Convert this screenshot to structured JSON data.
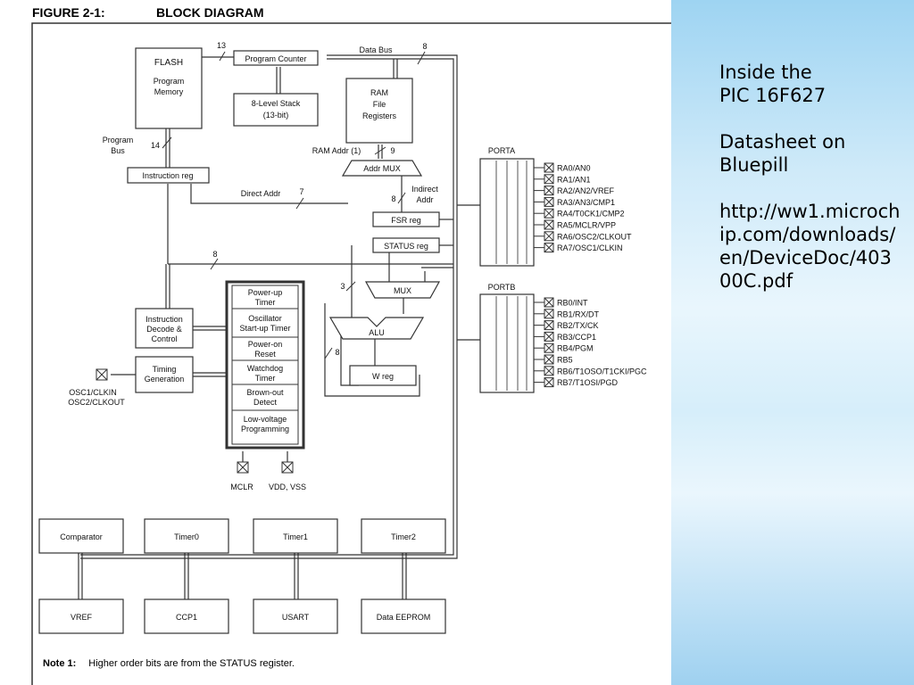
{
  "figure": {
    "label": "FIGURE 2-1:",
    "title": "BLOCK DIAGRAM"
  },
  "blocks": {
    "flash": [
      "FLASH",
      "Program",
      "Memory"
    ],
    "program_counter": "Program Counter",
    "stack": [
      "8-Level Stack",
      "(13-bit)"
    ],
    "ram": [
      "RAM",
      "File",
      "Registers"
    ],
    "instruction_reg": "Instruction reg",
    "addr_mux": "Addr MUX",
    "fsr_reg": "FSR reg",
    "status_reg": "STATUS reg",
    "mux": "MUX",
    "alu": "ALU",
    "w_reg": "W reg",
    "instruction_decode": [
      "Instruction",
      "Decode &",
      "Control"
    ],
    "timing_generation": [
      "Timing",
      "Generation"
    ],
    "timers": [
      [
        "Power-up",
        "Timer"
      ],
      [
        "Oscillator",
        "Start-up Timer"
      ],
      [
        "Power-on",
        "Reset"
      ],
      [
        "Watchdog",
        "Timer"
      ],
      [
        "Brown-out",
        "Detect"
      ],
      [
        "Low-voltage",
        "Programming"
      ]
    ],
    "peripherals_top": [
      "Comparator",
      "Timer0",
      "Timer1",
      "Timer2"
    ],
    "peripherals_bottom": [
      "VREF",
      "CCP1",
      "USART",
      "Data EEPROM"
    ]
  },
  "labels": {
    "data_bus": "Data Bus",
    "bus_8_top": "8",
    "pc_13": "13",
    "program_bus": [
      "Program",
      "Bus"
    ],
    "bus_14": "14",
    "ram_addr": "RAM Addr (1)",
    "ram_addr_9": "9",
    "direct_addr": "Direct Addr",
    "direct_7": "7",
    "indirect_addr": [
      "Indirect",
      "Addr"
    ],
    "indirect_8": "8",
    "bus_8_mid": "8",
    "mux_3": "3",
    "w_8": "8",
    "osc": [
      "OSC1/CLKIN",
      "OSC2/CLKOUT"
    ],
    "mclr": "MCLR",
    "vdd_vss": "VDD, VSS"
  },
  "porta": {
    "title": "PORTA",
    "pins": [
      "RA0/AN0",
      "RA1/AN1",
      "RA2/AN2/VREF",
      "RA3/AN3/CMP1",
      "RA4/T0CK1/CMP2",
      "RA5/MCLR/VPP",
      "RA6/OSC2/CLKOUT",
      "RA7/OSC1/CLKIN"
    ]
  },
  "portb": {
    "title": "PORTB",
    "pins": [
      "RB0/INT",
      "RB1/RX/DT",
      "RB2/TX/CK",
      "RB3/CCP1",
      "RB4/PGM",
      "RB5",
      "RB6/T1OSO/T1CKI/PGC",
      "RB7/T1OSI/PGD"
    ]
  },
  "note": {
    "label": "Note 1:",
    "text": "Higher order bits are from the STATUS register."
  },
  "side": {
    "title": [
      "Inside the",
      "PIC 16F627"
    ],
    "subtitle": [
      "Datasheet on",
      "Bluepill"
    ],
    "url": "http://ww1.microchip.com/downloads/en/DeviceDoc/40300C.pdf"
  }
}
